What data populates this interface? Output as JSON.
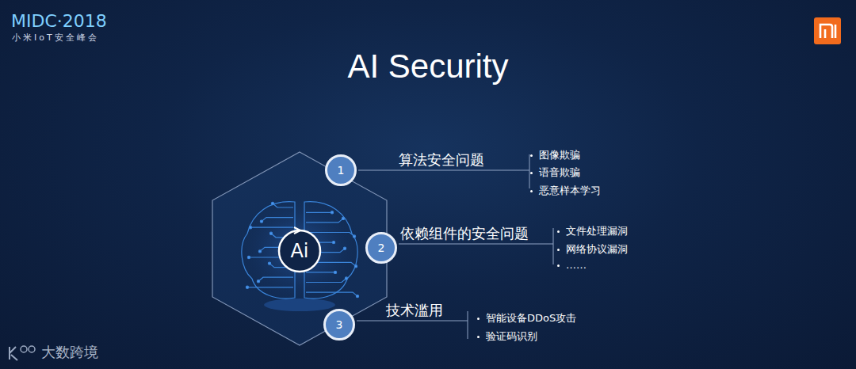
{
  "diagram": {
    "title": "AI Security",
    "nodes": [
      {
        "text": [
          "1",
          "算法安全问题"
        ]
      },
      {
        "text": [
          "2",
          "依赖组件的安全问题"
        ]
      },
      {
        "text": [
          "3",
          "技术滥用"
        ]
      }
    ],
    "labels": [
      "MIDC·2018",
      "小米IoT安全峰会",
      "Ai",
      "图像欺骗",
      "语音欺骗",
      "恶意样本学习",
      "文件处理漏洞",
      "网络协议漏洞",
      "……",
      "智能设备DDoS攻击",
      "验证码识别",
      "大数跨境"
    ]
  }
}
